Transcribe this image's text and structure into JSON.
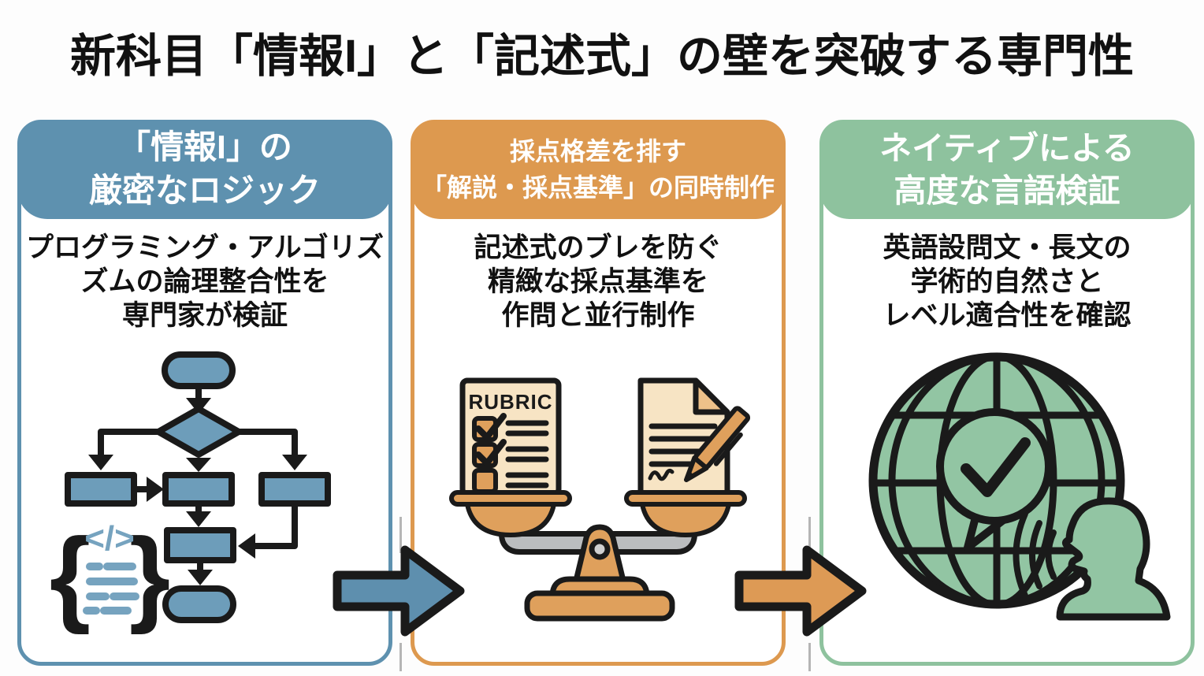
{
  "title": "新科目「情報I」と「記述式」の壁を突破する専門性",
  "cards": [
    {
      "id": "information-logic",
      "accent": "#5e91af",
      "header_lines": [
        "「情報I」の",
        "厳密なロジック"
      ],
      "body_lines": [
        "プログラミング・アルゴリズ",
        "ズムの論理整合性を",
        "専門家が検証"
      ],
      "illustration": "flowchart-with-code-icon"
    },
    {
      "id": "rubric-simultaneous-production",
      "accent": "#dd994f",
      "header_lines": [
        "採点格差を排す",
        "「解説・採点基準」の同時制作"
      ],
      "body_lines": [
        "記述式のブレを防ぐ",
        "精緻な採点基準を",
        "作問と並行制作"
      ],
      "illustration": "balance-scale-rubric-and-document",
      "rubric_label": "RUBRIC"
    },
    {
      "id": "native-language-verification",
      "accent": "#8ec29e",
      "header_lines": [
        "ネイティブによる",
        "高度な言語検証"
      ],
      "body_lines": [
        "英語設問文・長文の",
        "学術的自然さと",
        "レベル適合性を確認"
      ],
      "illustration": "globe-speech-check-speaker"
    }
  ],
  "arrows": [
    {
      "direction": "right",
      "color": "#5e8fae"
    },
    {
      "direction": "right",
      "color": "#dd9a55"
    }
  ],
  "code_icon": {
    "open_brace": "{",
    "code_glyph": "</>",
    "close_brace": "}"
  },
  "palette": {
    "blue": "#5e91af",
    "blue_fill": "#6d9dba",
    "blue_code": "#76a3bf",
    "orange": "#dd994f",
    "orange_fill": "#dfa05c",
    "cream": "#f7e4c4",
    "cream_dark": "#eec189",
    "green": "#8ec29e",
    "green_fill": "#92c5a3",
    "beam_gray": "#bbbdbf",
    "hole_gray": "#cfcfcf",
    "outline": "#1a1a1a",
    "text_black": "#111111",
    "page_bg": "#fdfdfd",
    "card_bg": "#ffffff",
    "tick_gray": "#b5b5b5"
  }
}
